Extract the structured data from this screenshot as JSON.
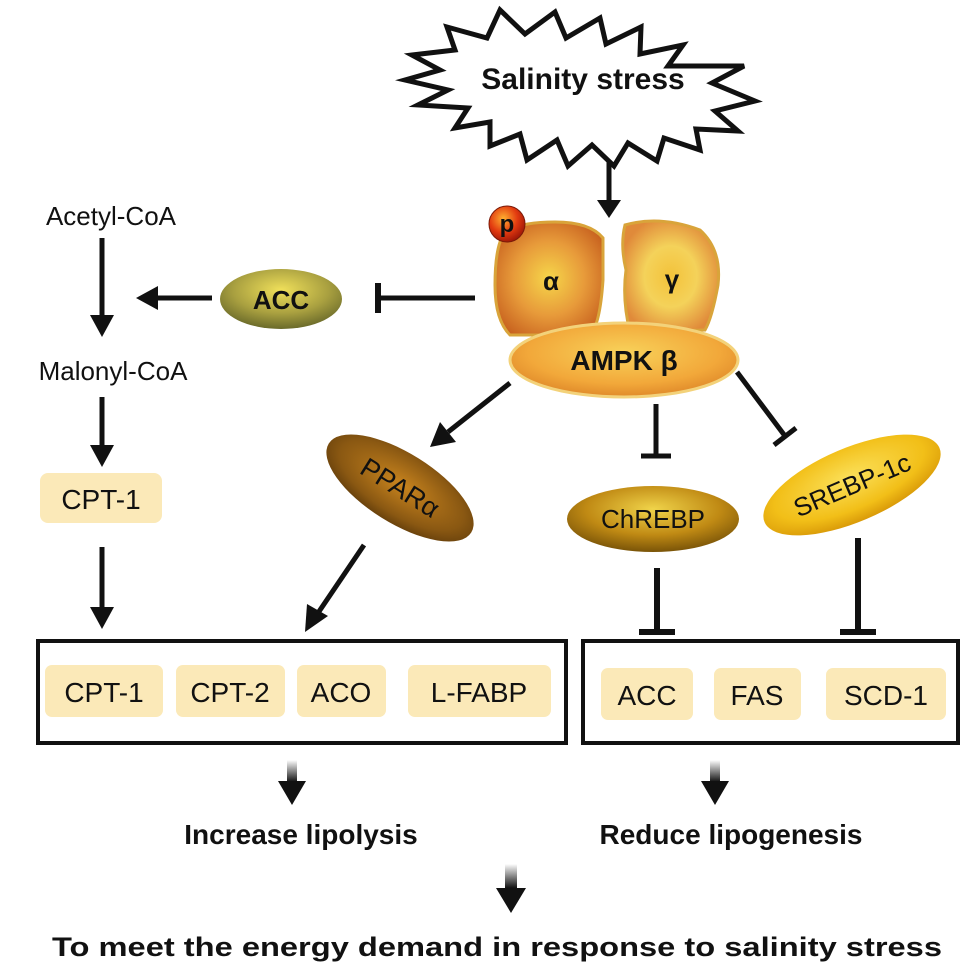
{
  "stress": {
    "label": "Salinity stress"
  },
  "ampk": {
    "phospho": "p",
    "alpha": "α",
    "gamma": "γ",
    "beta": "AMPK β"
  },
  "pathway_left": {
    "acetyl_coa": "Acetyl-CoA",
    "malonyl_coa": "Malonyl-CoA",
    "cpt1": "CPT-1",
    "acc": "ACC"
  },
  "transcription_factors": {
    "ppara": "PPARα",
    "chrebp": "ChREBP",
    "srebp": "SREBP-1c"
  },
  "lipolysis_box": {
    "genes": [
      "CPT-1",
      "CPT-2",
      "ACO",
      "L-FABP"
    ],
    "outcome": "Increase lipolysis"
  },
  "lipogenesis_box": {
    "genes": [
      "ACC",
      "FAS",
      "SCD-1"
    ],
    "outcome": "Reduce lipogenesis"
  },
  "conclusion": "To meet the energy demand in response to salinity stress",
  "colors": {
    "arrow": "#111111",
    "gene_bg": "#fbe9b8",
    "ampk_outer": "#d9782a",
    "ampk_inner": "#f5d24a",
    "acc_oval": "#9a9a3c",
    "ppar_oval": "#8a5a12",
    "chrebp_oval": "#b8860b",
    "srebp_oval": "#f2c21a"
  }
}
